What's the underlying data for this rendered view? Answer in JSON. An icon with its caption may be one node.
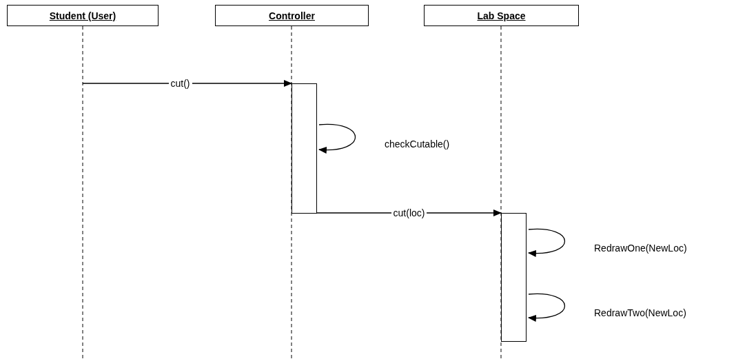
{
  "diagram": {
    "nodes": [
      {
        "text": [
          "Student (User)"
        ]
      },
      {
        "text": [
          "Controller"
        ]
      },
      {
        "text": [
          "Lab Space"
        ]
      },
      {
        "text": [],
        "shape": "bar"
      },
      {
        "text": [],
        "shape": "bar"
      }
    ],
    "edges": [
      {
        "from": null,
        "to": 3,
        "arrow": "to",
        "label": "cut()"
      },
      {
        "from": 3,
        "to": 3,
        "arrow": "to",
        "label": "checkCutable()"
      },
      {
        "from": 3,
        "to": 4,
        "arrow": "to",
        "label": "cut(loc)"
      },
      {
        "from": 4,
        "to": 4,
        "arrow": "to",
        "label": "RedrawOne(NewLoc)"
      },
      {
        "from": 4,
        "to": 4,
        "arrow": "to",
        "label": "RedrawTwo(NewLoc)"
      }
    ]
  }
}
